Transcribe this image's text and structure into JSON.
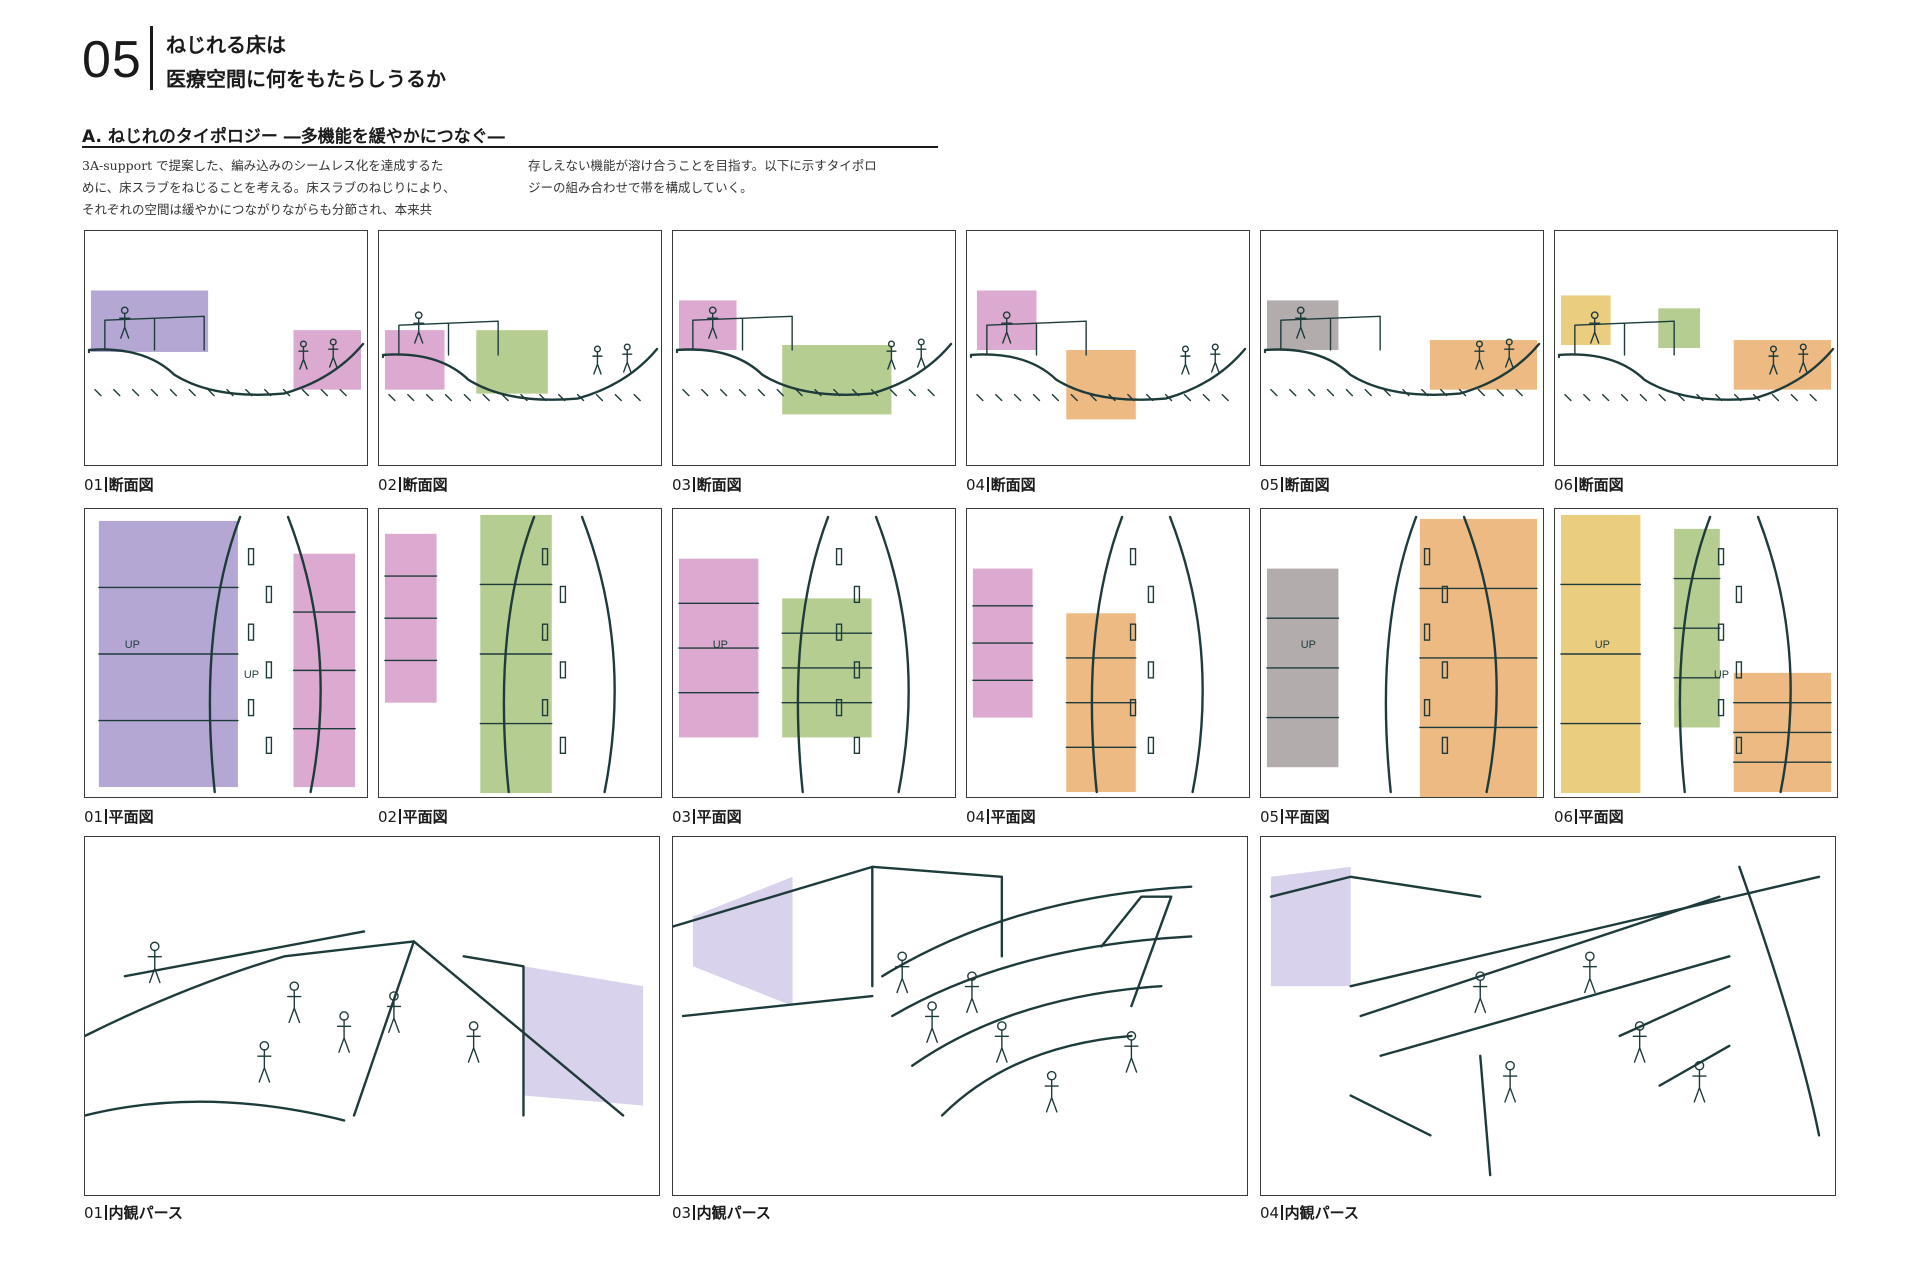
{
  "header": {
    "chapter_number": "05",
    "title_line1": "ねじれる床は",
    "title_line2": "医療空間に何をもたらしうるか"
  },
  "section": {
    "heading": "A. ねじれのタイポロジー ―多機能を緩やかにつなぐ―",
    "intro_left": [
      "3A-support で提案した、編み込みのシームレス化を達成するた",
      "めに、床スラブをねじることを考える。床スラブのねじりにより、",
      "それぞれの空間は緩やかにつながりながらも分節され、本来共"
    ],
    "intro_right": [
      "存しえない機能が溶け合うことを目指す。以下に示すタイポロ",
      "ジーの組み合わせで帯を構成していく。"
    ]
  },
  "colors": {
    "purple": "#a898cc",
    "pink": "#d69ac8",
    "green": "#a9c47e",
    "orange": "#e9ae6c",
    "gray": "#a69d9d",
    "yellow": "#e7c46a",
    "lavender": "#d4cdea",
    "ink": "#1e3b3b"
  },
  "rows": {
    "sections": [
      {
        "num": "01",
        "label": "断面図",
        "tints": [
          "purple",
          "pink"
        ]
      },
      {
        "num": "02",
        "label": "断面図",
        "tints": [
          "pink",
          "green"
        ]
      },
      {
        "num": "03",
        "label": "断面図",
        "tints": [
          "pink",
          "green"
        ]
      },
      {
        "num": "04",
        "label": "断面図",
        "tints": [
          "pink",
          "orange"
        ]
      },
      {
        "num": "05",
        "label": "断面図",
        "tints": [
          "gray",
          "orange"
        ]
      },
      {
        "num": "06",
        "label": "断面図",
        "tints": [
          "yellow",
          "green",
          "orange"
        ]
      }
    ],
    "plans": [
      {
        "num": "01",
        "label": "平面図",
        "tints": [
          "purple",
          "pink"
        ],
        "annotations": [
          "UP",
          "UP"
        ]
      },
      {
        "num": "02",
        "label": "平面図",
        "tints": [
          "pink",
          "green"
        ],
        "annotations": []
      },
      {
        "num": "03",
        "label": "平面図",
        "tints": [
          "pink",
          "green"
        ],
        "annotations": [
          "UP"
        ]
      },
      {
        "num": "04",
        "label": "平面図",
        "tints": [
          "pink",
          "orange"
        ],
        "annotations": []
      },
      {
        "num": "05",
        "label": "平面図",
        "tints": [
          "gray",
          "orange"
        ],
        "annotations": [
          "UP"
        ]
      },
      {
        "num": "06",
        "label": "平面図",
        "tints": [
          "yellow",
          "green",
          "orange"
        ],
        "annotations": [
          "UP",
          "UP"
        ]
      }
    ],
    "perspectives": [
      {
        "num": "01",
        "label": "内観パース"
      },
      {
        "num": "03",
        "label": "内観パース"
      },
      {
        "num": "04",
        "label": "内観パース"
      }
    ]
  }
}
